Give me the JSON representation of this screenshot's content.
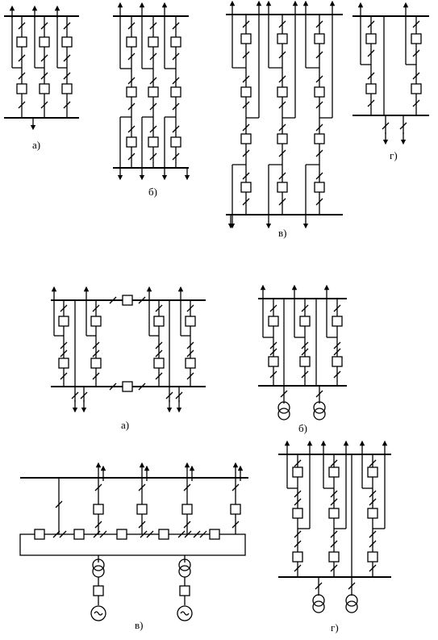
{
  "labels": {
    "top_a": "а)",
    "top_b": "б)",
    "top_v": "в)",
    "top_g": "г)",
    "bot_a": "а)",
    "bot_b": "б)",
    "bot_v": "в)",
    "bot_g": "г)"
  },
  "colors": {
    "line": "#000000",
    "fill": "#ffffff"
  }
}
